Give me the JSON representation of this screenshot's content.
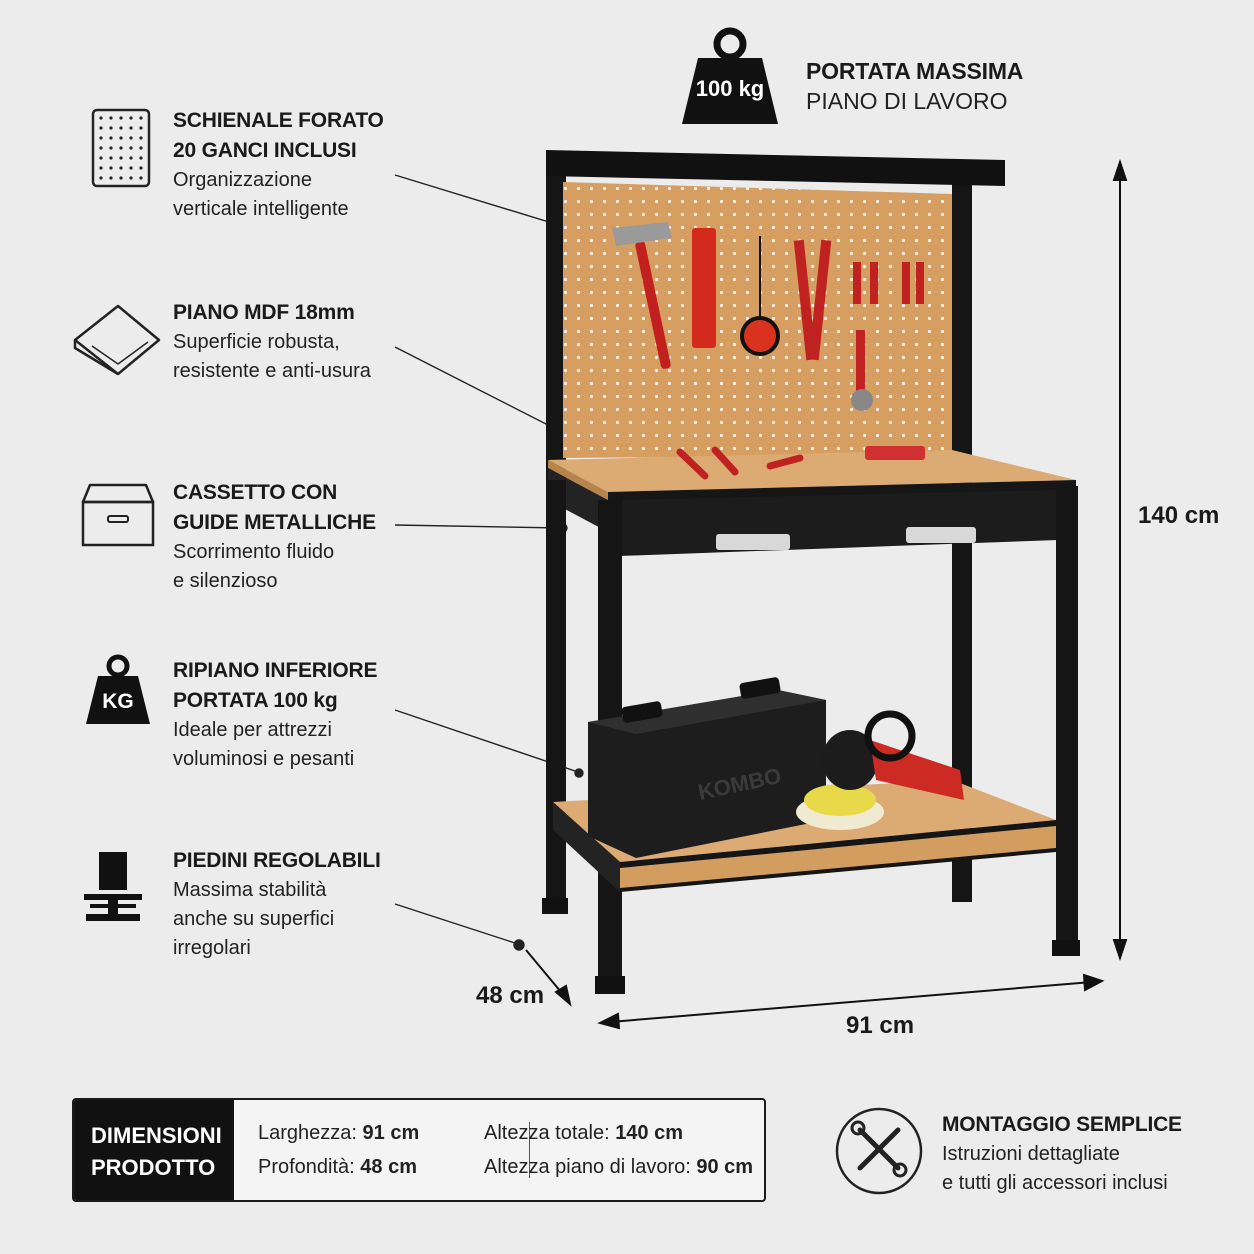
{
  "header": {
    "weight_badge": "100 kg",
    "title": "PORTATA MASSIMA",
    "subtitle": "PIANO DI LAVORO"
  },
  "features": [
    {
      "title1": "SCHIENALE FORATO",
      "title2": "20 GANCI INCLUSI",
      "sub1": "Organizzazione",
      "sub2": "verticale intelligente",
      "icon": "pegboard-icon"
    },
    {
      "title1": "PIANO MDF 18mm",
      "sub1": "Superficie robusta,",
      "sub2": "resistente e anti-usura",
      "icon": "board-icon"
    },
    {
      "title1": "CASSETTO CON",
      "title2": "GUIDE METALLICHE",
      "sub1": "Scorrimento fluido",
      "sub2": "e silenzioso",
      "icon": "drawer-icon"
    },
    {
      "title1": "RIPIANO INFERIORE",
      "title2": "PORTATA 100 kg",
      "sub1": "Ideale per attrezzi",
      "sub2": "voluminosi e pesanti",
      "icon": "kg-weight-icon",
      "icon_text": "KG"
    },
    {
      "title1": "PIEDINI REGOLABILI",
      "sub1": "Massima stabilità",
      "sub2": "anche su superfici",
      "sub3": "irregolari",
      "icon": "adjustable-foot-icon"
    }
  ],
  "dimensions_overlay": {
    "height": "140 cm",
    "depth": "48 cm",
    "width": "91 cm"
  },
  "product_text": "KOMBO",
  "specs": {
    "header1": "DIMENSIONI",
    "header2": "PRODOTTO",
    "width_label": "Larghezza:",
    "width_value": "91 cm",
    "depth_label": "Profondità:",
    "depth_value": "48 cm",
    "height_label": "Altezza totale:",
    "height_value": "140 cm",
    "work_height_label": "Altezza piano di lavoro:",
    "work_height_value": "90 cm"
  },
  "assembly": {
    "title": "MONTAGGIO SEMPLICE",
    "sub1": "Istruzioni dettagliate",
    "sub2": "e tutti gli accessori inclusi",
    "icon": "tools-icon"
  },
  "colors": {
    "background": "#ececec",
    "frame": "#151515",
    "mdf": "#d9a56b",
    "accent_red": "#d32222"
  }
}
